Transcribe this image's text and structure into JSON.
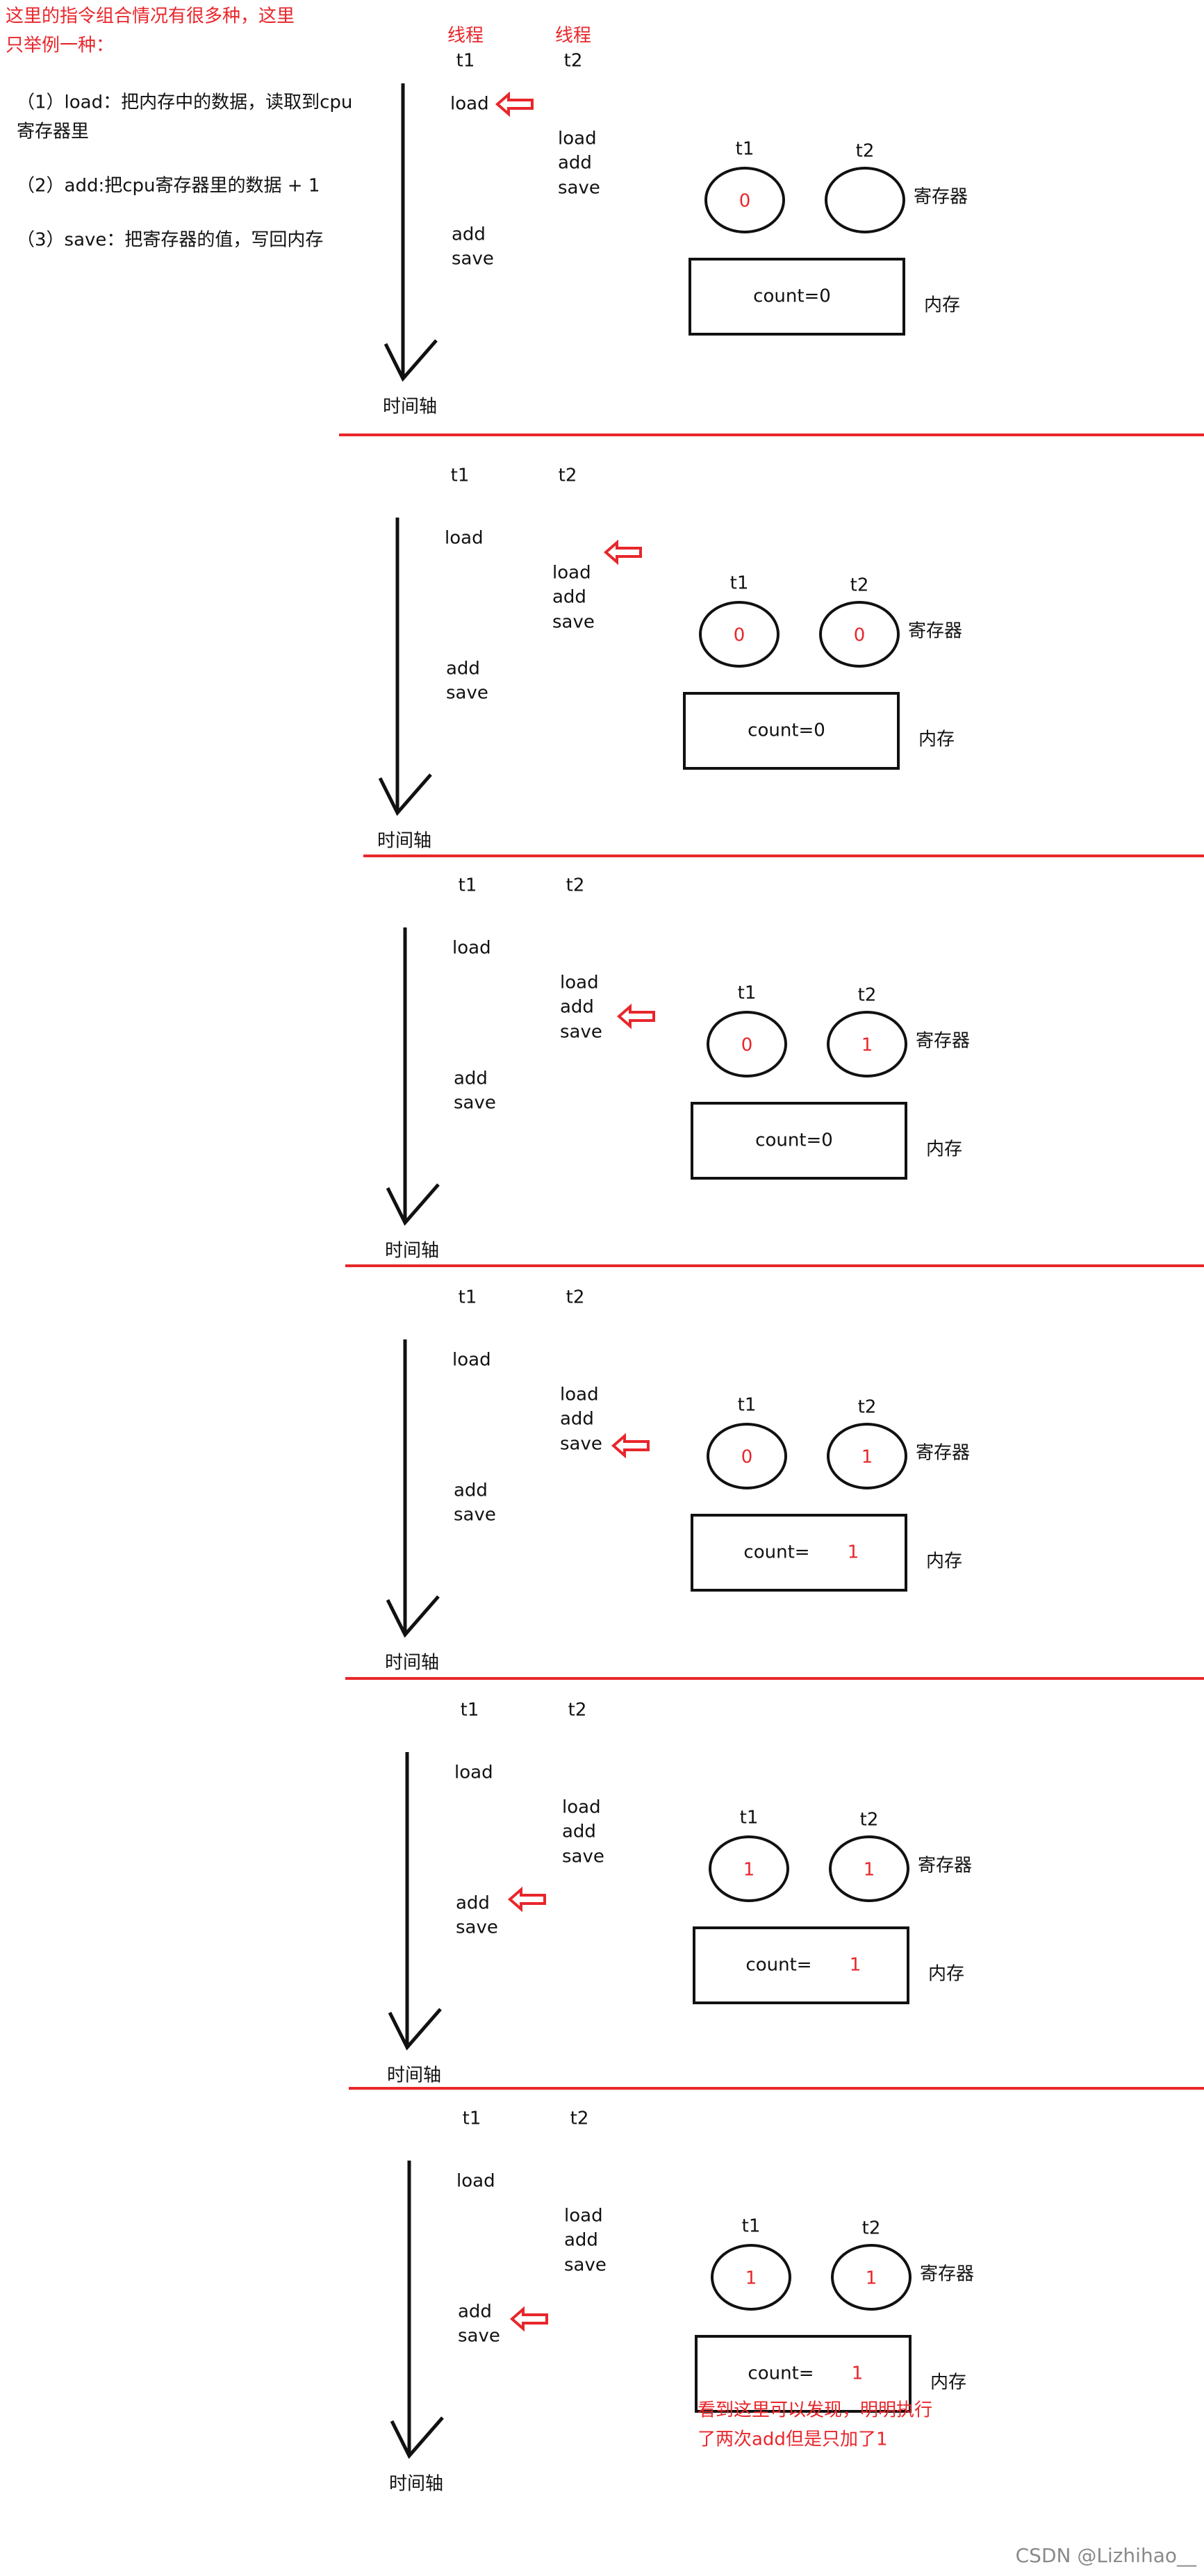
{
  "colors": {
    "accent": "#e8262b",
    "ink": "#111111",
    "muted": "#8a8a8a"
  },
  "intro": {
    "lines": [
      "这里的指令组合情况有很多种，这里",
      "只举例一种："
    ],
    "steps": [
      [
        "（1）load：把内存中的数据，读取到cpu",
        "寄存器里"
      ],
      [
        "（2）add:把cpu寄存器里的数据 + 1"
      ],
      [
        "（3）save：把寄存器的值，写回内存"
      ]
    ]
  },
  "labels": {
    "thread": "线程",
    "t1": "t1",
    "t2": "t2",
    "load": "load",
    "add": "add",
    "save": "save",
    "timeline": "时间轴",
    "register": "寄存器",
    "memory": "内存",
    "count_prefix": "count="
  },
  "frames": [
    {
      "show_thread_header": true,
      "t1_register": "0",
      "t2_register": "",
      "count": "0",
      "count_style": "inline",
      "pointer": "t1-load"
    },
    {
      "show_thread_header": false,
      "t1_register": "0",
      "t2_register": "0",
      "count": "0",
      "count_style": "inline",
      "pointer": "t2-load"
    },
    {
      "show_thread_header": false,
      "t1_register": "0",
      "t2_register": "1",
      "count": "0",
      "count_style": "inline",
      "pointer": "t2-add"
    },
    {
      "show_thread_header": false,
      "t1_register": "0",
      "t2_register": "1",
      "count": "1",
      "count_style": "split",
      "pointer": "t2-save"
    },
    {
      "show_thread_header": false,
      "t1_register": "1",
      "t2_register": "1",
      "count": "1",
      "count_style": "split",
      "pointer": "t1-add"
    },
    {
      "show_thread_header": false,
      "t1_register": "1",
      "t2_register": "1",
      "count": "1",
      "count_style": "split",
      "pointer": "t1-save"
    }
  ],
  "conclusion": [
    "看到这里可以发现，明明执行",
    "了两次add但是只加了1"
  ],
  "watermark": "CSDN @Lizhihao__"
}
